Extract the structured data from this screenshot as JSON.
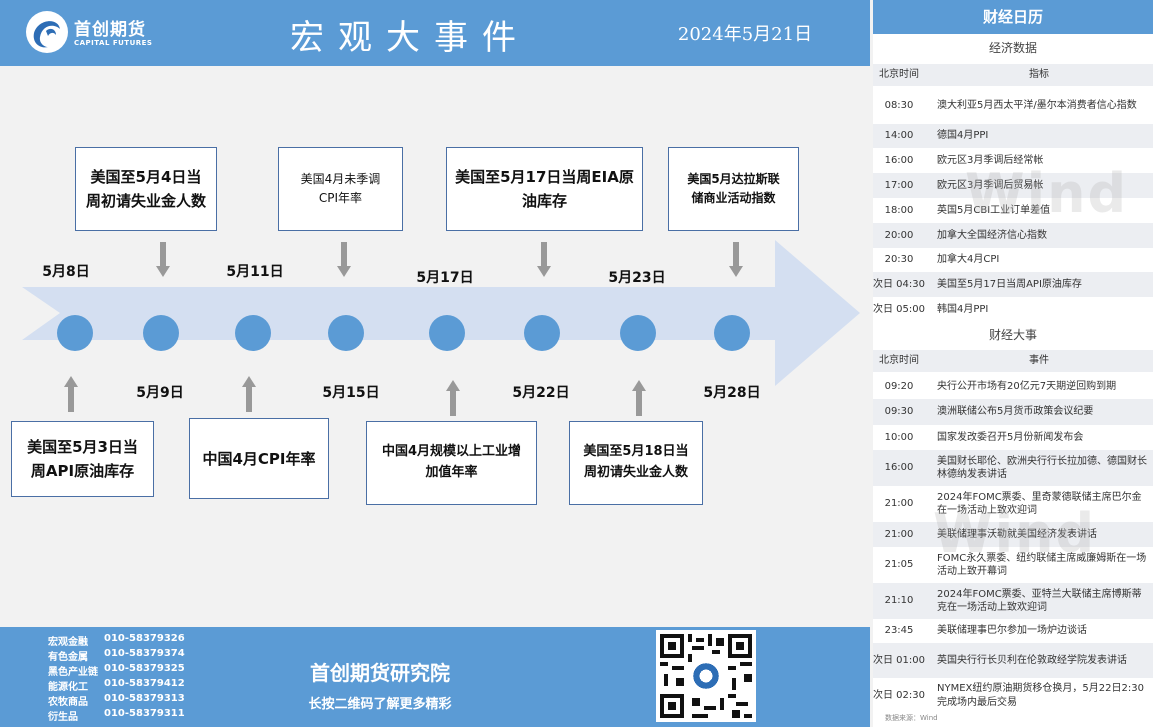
{
  "header": {
    "logo_cn": "首创期货",
    "logo_en": "CAPITAL FUTURES",
    "title": "宏观大事件",
    "date": "2024年5月21日"
  },
  "timeline": {
    "top_dates": [
      "5月8日",
      "5月11日",
      "5月17日",
      "5月23日"
    ],
    "bottom_dates": [
      "5月9日",
      "5月15日",
      "5月22日",
      "5月28日"
    ],
    "top_events": [
      {
        "l1": "美国至5月4日当",
        "l2": "周初请失业金人数"
      },
      {
        "l1": "美国4月未季调",
        "l2": "CPI年率"
      },
      {
        "l1": "美国至5月17日当周EIA原",
        "l2": "油库存"
      },
      {
        "l1": "美国5月达拉斯联",
        "l2": "储商业活动指数"
      }
    ],
    "bottom_events": [
      {
        "l1": "美国至5月3日当",
        "l2": "周API原油库存"
      },
      {
        "l1": "中国4月CPI年率",
        "l2": ""
      },
      {
        "l1": "中国4月规模以上工业增",
        "l2": "加值年率"
      },
      {
        "l1": "美国至5月18日当",
        "l2": "周初请失业金人数"
      }
    ]
  },
  "footer": {
    "contacts": [
      {
        "label": "宏观金融",
        "phone": "010-58379326"
      },
      {
        "label": "有色金属",
        "phone": "010-58379374"
      },
      {
        "label": "黑色产业链",
        "phone": "010-58379325"
      },
      {
        "label": "能源化工",
        "phone": "010-58379412"
      },
      {
        "label": "农牧商品",
        "phone": "010-58379313"
      },
      {
        "label": "衍生品",
        "phone": "010-58379311"
      }
    ],
    "institute": "首创期货研究院",
    "scan_text": "长按二维码了解更多精彩"
  },
  "calendar": {
    "title": "财经日历",
    "econ_title": "经济数据",
    "econ_head": {
      "time": "北京时间",
      "item": "指标"
    },
    "econ_rows": [
      {
        "time": "08:30",
        "item": "澳大利亚5月西太平洋/墨尔本消费者信心指数"
      },
      {
        "time": "14:00",
        "item": "德国4月PPI"
      },
      {
        "time": "16:00",
        "item": "欧元区3月季调后经常帐"
      },
      {
        "time": "17:00",
        "item": "欧元区3月季调后贸易帐"
      },
      {
        "time": "18:00",
        "item": "英国5月CBI工业订单差值"
      },
      {
        "time": "20:00",
        "item": "加拿大全国经济信心指数"
      },
      {
        "time": "20:30",
        "item": "加拿大4月CPI"
      },
      {
        "time": "次日 04:30",
        "item": "美国至5月17日当周API原油库存"
      },
      {
        "time": "次日 05:00",
        "item": "韩国4月PPI"
      }
    ],
    "event_title": "财经大事",
    "event_head": {
      "time": "北京时间",
      "item": "事件"
    },
    "event_rows": [
      {
        "time": "09:20",
        "item": "央行公开市场有20亿元7天期逆回购到期"
      },
      {
        "time": "09:30",
        "item": "澳洲联储公布5月货币政策会议纪要"
      },
      {
        "time": "10:00",
        "item": "国家发改委召开5月份新闻发布会"
      },
      {
        "time": "16:00",
        "item": "美国财长耶伦、欧洲央行行长拉加德、德国财长林德纳发表讲话"
      },
      {
        "time": "21:00",
        "item": "2024年FOMC票委、里奇蒙德联储主席巴尔金在一场活动上致欢迎词"
      },
      {
        "time": "21:00",
        "item": "美联储理事沃勒就美国经济发表讲话"
      },
      {
        "time": "21:05",
        "item": "FOMC永久票委、纽约联储主席威廉姆斯在一场活动上致开幕词"
      },
      {
        "time": "21:10",
        "item": "2024年FOMC票委、亚特兰大联储主席博斯蒂克在一场活动上致欢迎词"
      },
      {
        "time": "23:45",
        "item": "美联储理事巴尔参加一场炉边谈话"
      },
      {
        "time": "次日 01:00",
        "item": "英国央行行长贝利在伦敦政经学院发表讲话"
      },
      {
        "time": "次日 02:30",
        "item": "NYMEX纽约原油期货移仓换月，5月22日2:30完成场内最后交易"
      }
    ],
    "watermark": "Wind",
    "source": "数据来源：Wind"
  }
}
